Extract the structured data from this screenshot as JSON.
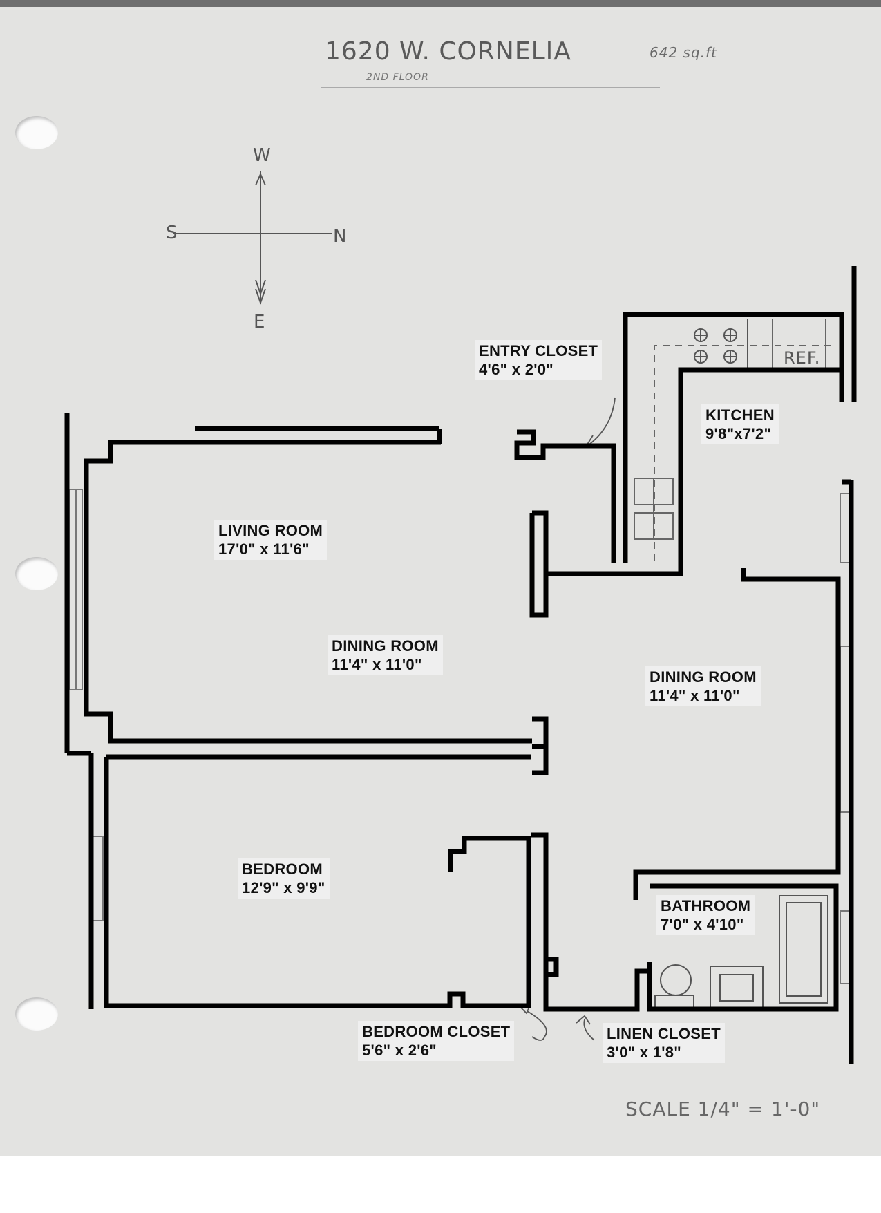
{
  "header": {
    "address": "1620 W. CORNELIA",
    "area": "642 sq.ft",
    "floor": "2ND FLOOR"
  },
  "compass": {
    "north": "N",
    "south": "S",
    "east": "E",
    "west": "W"
  },
  "rooms": {
    "entry_closet": {
      "name": "ENTRY CLOSET",
      "size": "4'6\" x 2'0\""
    },
    "kitchen": {
      "name": "KITCHEN",
      "size": "9'8\"x7'2\""
    },
    "living_room": {
      "name": "LIVING ROOM",
      "size": "17'0\" x 11'6\""
    },
    "dining_room_left": {
      "name": "DINING ROOM",
      "size": "11'4\" x 11'0\""
    },
    "dining_room_right": {
      "name": "DINING ROOM",
      "size": "11'4\" x 11'0\""
    },
    "bedroom": {
      "name": "BEDROOM",
      "size": "12'9\" x 9'9\""
    },
    "bathroom": {
      "name": "BATHROOM",
      "size": "7'0\" x 4'10\""
    },
    "bedroom_closet": {
      "name": "BEDROOM CLOSET",
      "size": "5'6\" x 2'6\""
    },
    "linen_closet": {
      "name": "LINEN CLOSET",
      "size": "3'0\" x 1'8\""
    }
  },
  "fixtures": {
    "refrigerator": "REF."
  },
  "scale": "SCALE 1/4\" = 1'-0\"",
  "colors": {
    "paper": "#e3e3e1",
    "wall": "#000000",
    "pencil": "#666666",
    "label_bg": "#efefef"
  }
}
